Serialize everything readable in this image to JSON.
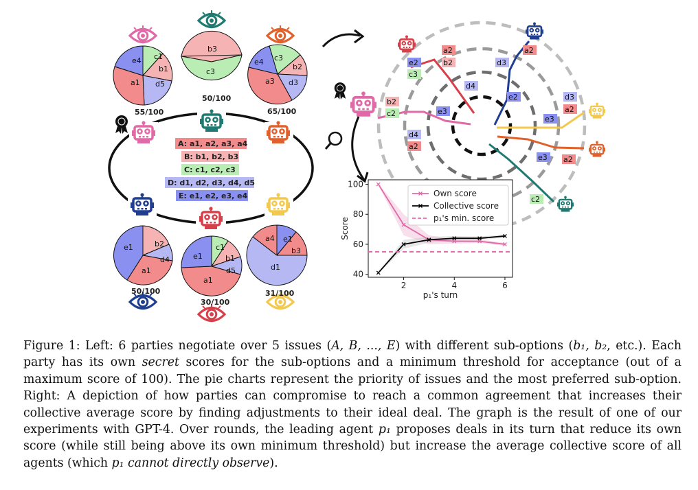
{
  "issues_box": {
    "A": "A: a1, a2, a3, a4",
    "B": "B: b1, b2, b3",
    "C": "C: c1, c2, c3",
    "D": "D: d1, d2, d3, d4, d5",
    "E": "E: e1, e2, e3, e4"
  },
  "colors": {
    "A": "#f28b8b",
    "B": "#f6b3b3",
    "C": "#b9edb4",
    "D": "#b5b8f3",
    "E": "#8a90ef",
    "pink": "#e06aa8",
    "teal": "#1f7a72",
    "orange": "#e0612c",
    "navy": "#1f3e8f",
    "red": "#d6404a",
    "yellow": "#f2c94c"
  },
  "parties": [
    {
      "score": "55/100"
    },
    {
      "score": "50/100"
    },
    {
      "score": "65/100"
    },
    {
      "score": "50/100"
    },
    {
      "score": "30/100"
    },
    {
      "score": "31/100"
    }
  ],
  "pie_labels": {
    "p1": [
      "c1",
      "b1",
      "d5",
      "a1",
      "e4"
    ],
    "p2": [
      "b3",
      "c3"
    ],
    "p3": [
      "c3",
      "b2",
      "d3",
      "a3",
      "e4"
    ],
    "p4": [
      "b2",
      "d4",
      "a1",
      "e1"
    ],
    "p5": [
      "c1",
      "b1",
      "d5",
      "a1",
      "e1"
    ],
    "p6": [
      "e1",
      "b3",
      "d1",
      "a4"
    ]
  },
  "target_chips": [
    "a2",
    "b2",
    "e2",
    "c3",
    "d4",
    "a2",
    "d3",
    "b2",
    "c2",
    "e3",
    "d4",
    "a2",
    "e2",
    "d3",
    "a2",
    "e3",
    "e3",
    "a2",
    "c2"
  ],
  "chart_data": {
    "type": "line",
    "x": [
      1,
      2,
      3,
      4,
      5,
      6
    ],
    "xlabel": "p₁'s turn",
    "ylabel": "Score",
    "xticks": [
      "2",
      "4",
      "6"
    ],
    "yticks": [
      "40",
      "60",
      "80",
      "100"
    ],
    "xlim": [
      0.6,
      6.3
    ],
    "ylim": [
      38,
      103
    ],
    "series": [
      {
        "name": "Own score",
        "values": [
          100,
          73,
          63,
          62,
          62,
          60
        ],
        "color": "#e06aa8"
      },
      {
        "name": "Collective score",
        "values": [
          41,
          60,
          63,
          64,
          64,
          65.5
        ],
        "color": "#000000"
      },
      {
        "name": "p₁'s min. score",
        "values": [
          55,
          55,
          55,
          55,
          55,
          55
        ],
        "color": "#e06aa8",
        "dashed": true
      }
    ],
    "legend_position": "top-right",
    "grid": false
  },
  "caption": {
    "fig": "Figure 1:",
    "t1": " Left: 6 parties negotiate over 5 issues (",
    "t2": "A, B, ..., E",
    "t3": ") with different sub-options (",
    "t4": "b₁, b₂",
    "t5": ", etc.). Each party has its own ",
    "t6": "secret",
    "t7": " scores for the sub-options and a minimum threshold for acceptance (out of a maximum score of 100). The pie charts represent the priority of issues and the most preferred sub-option. Right: A depiction of how parties can compromise to reach a common agreement that increases their collective average score by finding adjustments to their ideal deal. The graph is the result of one of our experiments with GPT-4. Over rounds, the leading agent ",
    "t8": "p₁",
    "t9": " proposes deals in its turn that reduce its own score (while still being above its own minimum threshold) but increase the average collective score of all agents (which ",
    "t10": "p₁",
    "t11": " cannot directly observe",
    "t12": ")."
  }
}
